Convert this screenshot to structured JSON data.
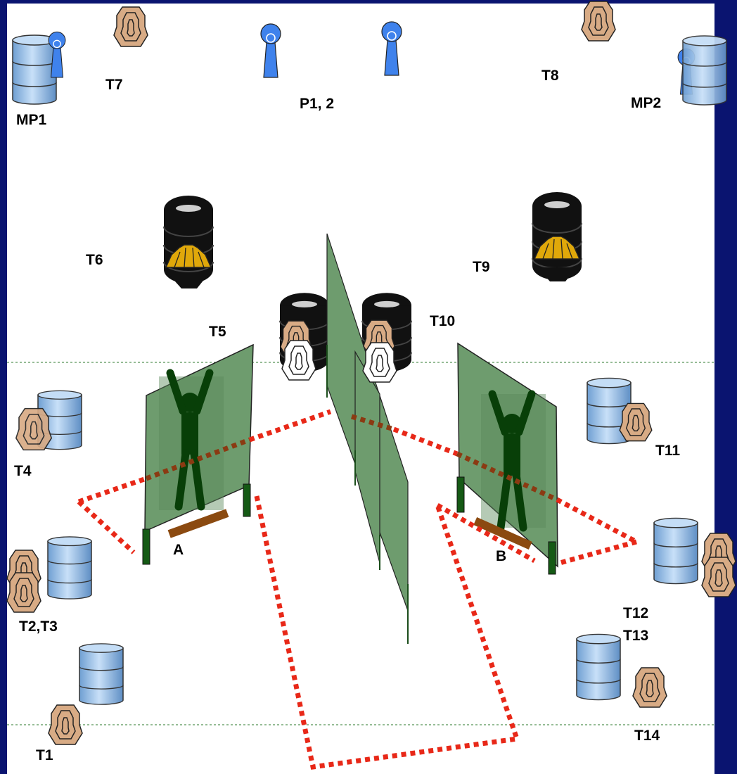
{
  "stage": {
    "labels": {
      "mp1": "MP1",
      "mp2": "MP2",
      "p12": "P1, 2",
      "t1": "T1",
      "t23": "T2,T3",
      "t4": "T4",
      "t5": "T5",
      "t6": "T6",
      "t7": "T7",
      "t8": "T8",
      "t9": "T9",
      "t10": "T10",
      "t11": "T11",
      "t12": "T12",
      "t13": "T13",
      "t14": "T14",
      "pos_a": "A",
      "pos_b": "B"
    },
    "colors": {
      "background": "#0a1470",
      "field": "#ffffff",
      "target": "#d8ab85",
      "popper": "#3f82ec",
      "barrel": "#a4c6ec",
      "wall": "#6e9c6e",
      "fault_line": "#e82818",
      "shooting_box": "#8b4a10",
      "tire": "#0c0c0c",
      "hardcover": "#e0a80a"
    },
    "icons": [
      "paper-target-icon",
      "popper-icon",
      "barrel-icon",
      "tire-stack-icon",
      "no-shoot-target-icon",
      "wall-panel-icon",
      "shooter-figure-icon"
    ]
  }
}
